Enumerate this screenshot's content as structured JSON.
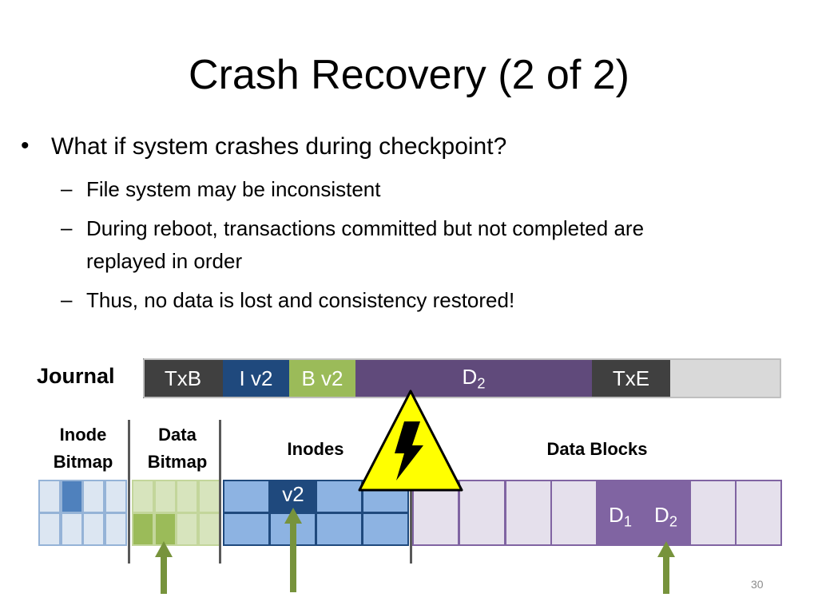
{
  "slide": {
    "title": "Crash Recovery (2 of 2)",
    "bullet_main": "What if system crashes during checkpoint?",
    "sub_bullets": [
      "File system may be inconsistent",
      "During reboot, transactions committed but not completed are",
      "replayed in order",
      "Thus, no data is lost and consistency restored!"
    ],
    "page_number": "30"
  },
  "journal": {
    "label": "Journal",
    "blocks": [
      {
        "label": "TxB",
        "color": "#404040"
      },
      {
        "label": "I v2",
        "color": "#1f497d"
      },
      {
        "label": "B v2",
        "color": "#9bbb59"
      },
      {
        "label": "D",
        "subscript": "2",
        "color": "#604a7b"
      },
      {
        "label": "TxE",
        "color": "#404040"
      },
      {
        "label": "",
        "color": "#d9d9d9"
      }
    ]
  },
  "disk": {
    "inode_bitmap_label_1": "Inode",
    "inode_bitmap_label_2": "Bitmap",
    "data_bitmap_label_1": "Data",
    "data_bitmap_label_2": "Bitmap",
    "inodes_label": "Inodes",
    "data_blocks_label": "Data Blocks",
    "inode_v2_label": "v2",
    "d1_label": "D",
    "d1_sub": "1",
    "d2_label": "D",
    "d2_sub": "2"
  },
  "colors": {
    "arrow_green": "#77933c",
    "warning_yellow": "#ffff00",
    "inode_blue": "#8db3e2",
    "inode_dark": "#1f497d",
    "bitmap_green": "#d7e4bd",
    "bitmap_green_dark": "#9bbb59",
    "data_light": "#e5e0ec",
    "data_purple": "#8064a2"
  },
  "icons": {
    "warning": "high-voltage-warning-icon",
    "arrows": "up-arrow-icon"
  }
}
